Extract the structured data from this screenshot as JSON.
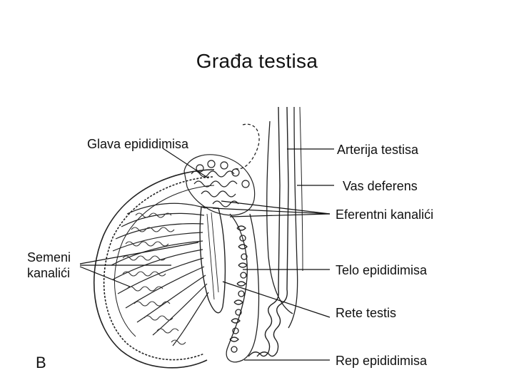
{
  "title": "Građa testisa",
  "panel_letter": "B",
  "labels": {
    "glava_epididimisa": "Glava epididimisa",
    "semeni_kanalici_line1": "Semeni",
    "semeni_kanalici_line2": "kanalići",
    "arterija_testisa": "Arterija testisa",
    "vas_deferens": "Vas deferens",
    "eferentni_kanalici": "Eferentni kanalići",
    "telo_epididimisa": "Telo epididimisa",
    "rete_testis": "Rete testis",
    "rep_epididimisa": "Rep epididimisa"
  }
}
